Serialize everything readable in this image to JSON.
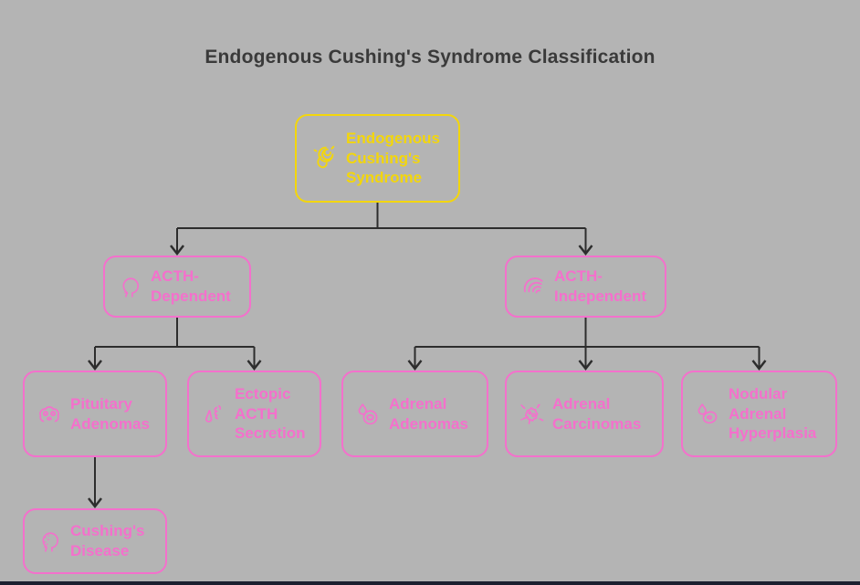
{
  "title": "Endogenous Cushing's Syndrome Classification",
  "colors": {
    "background": "#b4b4b4",
    "root_accent": "#f3d60b",
    "branch_accent": "#f470cc",
    "connector": "#2d2d2d",
    "title_text": "#3a3a3a",
    "bottom_bar": "#1c2030"
  },
  "nodes": {
    "root": {
      "label": "Endogenous Cushing's Syndrome",
      "icon": "adrenal-swirl-icon"
    },
    "acth_dependent": {
      "label": "ACTH-Dependent",
      "icon": "head-profile-icon"
    },
    "acth_independent": {
      "label": "ACTH-Independent",
      "icon": "gland-layers-icon"
    },
    "pituitary_adenomas": {
      "label": "Pituitary Adenomas",
      "icon": "pituitary-gland-icon"
    },
    "ectopic_acth": {
      "label": "Ectopic ACTH Secretion",
      "icon": "ectopic-lungs-icon"
    },
    "adrenal_adenomas": {
      "label": "Adrenal Adenomas",
      "icon": "droplet-cell-icon"
    },
    "adrenal_carcinomas": {
      "label": "Adrenal Carcinomas",
      "icon": "cancer-cell-icon"
    },
    "nodular_hyperplasia": {
      "label": "Nodular Adrenal Hyperplasia",
      "icon": "droplet-nodule-icon"
    },
    "cushings_disease": {
      "label": "Cushing's Disease",
      "icon": "face-spots-icon"
    }
  }
}
